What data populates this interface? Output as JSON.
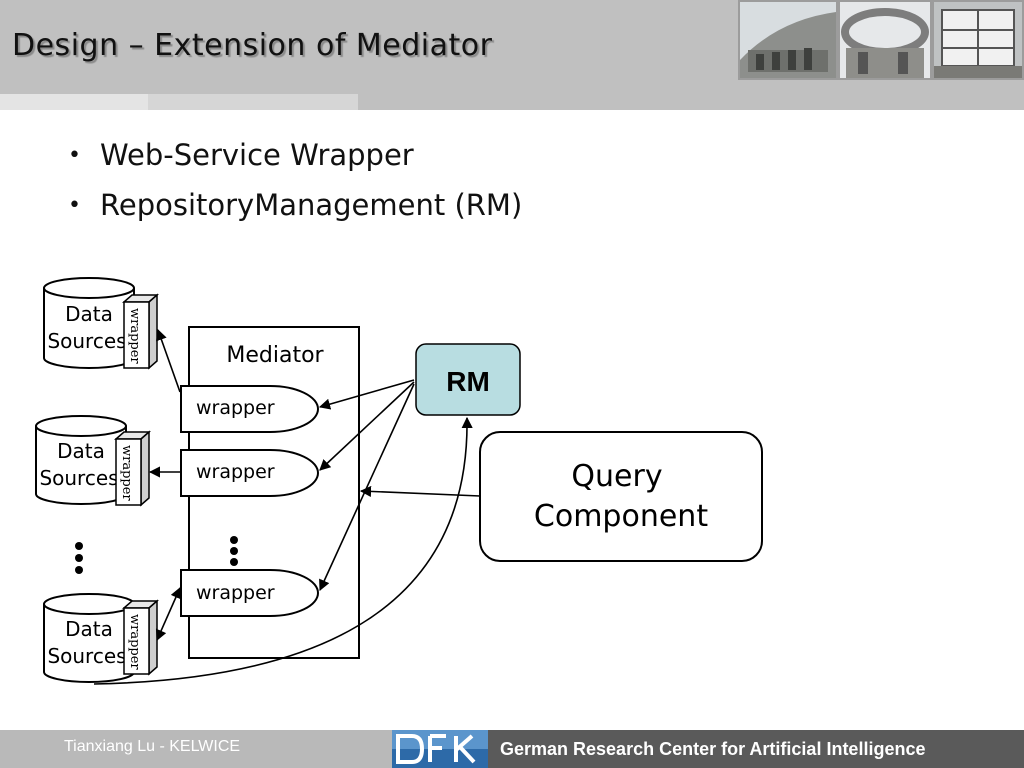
{
  "slide": {
    "title": "Design – Extension of Mediator",
    "bullets": [
      "Web-Service Wrapper",
      "RepositoryManagement (RM)"
    ]
  },
  "diagram": {
    "data_source_label_line1": "Data",
    "data_source_label_line2": "Sources",
    "source_wrapper_label": "wrapper",
    "mediator_label": "Mediator",
    "mediator_wrapper_label": "wrapper",
    "rm_label": "RM",
    "query_label_line1": "Query",
    "query_label_line2": "Component",
    "colors": {
      "rm_fill": "#b8dde1",
      "line": "#000000"
    }
  },
  "footer": {
    "author": "Tianxiang Lu - KELWICE",
    "organization": "German Research Center for Artificial Intelligence",
    "logo": "dfki-logo"
  }
}
